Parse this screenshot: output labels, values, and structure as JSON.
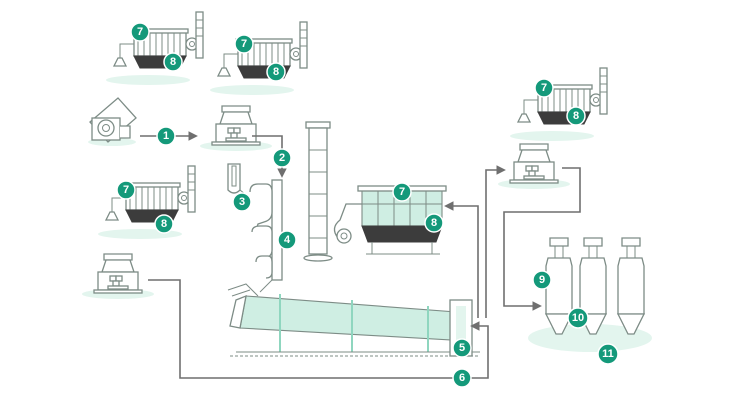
{
  "colors": {
    "accent": "#14997a",
    "tint": "#cfeee3",
    "line": "#7d8c86",
    "pipe": "#6f6f6f",
    "dark": "#3c3c3c"
  },
  "markers": {
    "m1": "1",
    "m2": "2",
    "m3": "3",
    "m4": "4",
    "m5": "5",
    "m6": "6",
    "m7": "7",
    "m8": "8",
    "m9": "9",
    "m10": "10",
    "m11": "11"
  }
}
